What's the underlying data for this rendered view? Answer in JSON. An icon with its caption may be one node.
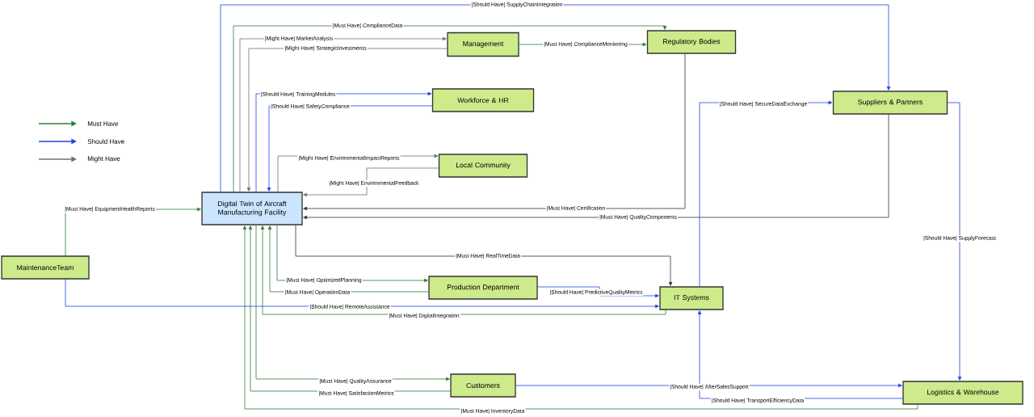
{
  "diagram": {
    "nodes": [
      {
        "text": [
          "Management"
        ]
      },
      {
        "text": [
          "Regulatory Bodies"
        ]
      },
      {
        "text": [
          "Workforce & HR"
        ]
      },
      {
        "text": [
          "Suppliers & Partners"
        ]
      },
      {
        "text": [
          "Local Community"
        ]
      },
      {
        "text": [
          "Digital Twin of Aircraft Manufacturing Facility"
        ]
      },
      {
        "text": [
          "MaintenanceTeam"
        ]
      },
      {
        "text": [
          "Production Department"
        ]
      },
      {
        "text": [
          "IT Systems"
        ]
      },
      {
        "text": [
          "Customers"
        ]
      },
      {
        "text": [
          "Logistics & Warehouse"
        ]
      }
    ],
    "edges": [
      {
        "from": 5,
        "to": 3,
        "arrow": "to",
        "label": "|Should Have| SupplyChainIntegration",
        "color": "#2244dd"
      },
      {
        "from": 5,
        "to": 1,
        "arrow": "to",
        "label": "|Must Have| ComplianceData",
        "color": "#2e7d32"
      },
      {
        "from": 5,
        "to": 0,
        "arrow": "to",
        "label": "|Might Have| MarketAnalysis",
        "color": "#707070"
      },
      {
        "from": 0,
        "to": 5,
        "arrow": "to",
        "label": "|Might Have| StrategicInvestments",
        "color": "#707070"
      },
      {
        "from": 5,
        "to": 2,
        "arrow": "to",
        "label": "|Should Have| TrainingModules",
        "color": "#2244dd"
      },
      {
        "from": 2,
        "to": 5,
        "arrow": "to",
        "label": "|Should Have| SafetyCompliance",
        "color": "#2244dd"
      },
      {
        "from": 5,
        "to": 4,
        "arrow": "to",
        "label": "|Might Have| EnvironmentalImpactReports",
        "color": "#707070"
      },
      {
        "from": 4,
        "to": 5,
        "arrow": "to",
        "label": "|Might Have| EnvironmentalFeedback",
        "color": "#707070"
      },
      {
        "from": 0,
        "to": 1,
        "arrow": "to",
        "label": "|Must Have| ComplianceMonitoring",
        "color": "#2e7d32"
      },
      {
        "from": 6,
        "to": 5,
        "arrow": "to",
        "label": "|Must Have| EquipmentHealthReports",
        "color": "#2e7d32"
      },
      {
        "from": 1,
        "to": 5,
        "arrow": "to",
        "label": "|Must Have| Certification",
        "color": "#333333"
      },
      {
        "from": 3,
        "to": 5,
        "arrow": "to",
        "label": "|Must Have| QualityComponents",
        "color": "#333333"
      },
      {
        "from": 8,
        "to": 3,
        "arrow": "to",
        "label": "|Should Have| SecureDataExchange",
        "color": "#2244dd"
      },
      {
        "from": 3,
        "to": 10,
        "arrow": "to",
        "label": "|Should Have| SupplyForecast",
        "color": "#2244dd"
      },
      {
        "from": 5,
        "to": 8,
        "arrow": "to",
        "label": "|Must Have| RealTimeData",
        "color": "#333333"
      },
      {
        "from": 5,
        "to": 7,
        "arrow": "to",
        "label": "|Must Have| OptimizedPlanning",
        "color": "#2e7d32"
      },
      {
        "from": 7,
        "to": 5,
        "arrow": "to",
        "label": "|Must Have| OperationData",
        "color": "#2e7d32"
      },
      {
        "from": 7,
        "to": 8,
        "arrow": "to",
        "label": "|Should Have| PredictiveQualityMetrics",
        "color": "#2244dd"
      },
      {
        "from": 6,
        "to": 8,
        "arrow": "to",
        "label": "|Should Have| RemoteAssistance",
        "color": "#2244dd"
      },
      {
        "from": 8,
        "to": 5,
        "arrow": "to",
        "label": "|Must Have| DigitalIntegration",
        "color": "#2e7d32"
      },
      {
        "from": 5,
        "to": 9,
        "arrow": "to",
        "label": "|Must Have| QualityAssurance",
        "color": "#2e7d32"
      },
      {
        "from": 9,
        "to": 5,
        "arrow": "to",
        "label": "|Must Have| SatisfactionMetrics",
        "color": "#2e7d32"
      },
      {
        "from": 9,
        "to": 10,
        "arrow": "to",
        "label": "|Should Have| AfterSalesSupport",
        "color": "#2244dd"
      },
      {
        "from": 10,
        "to": 8,
        "arrow": "to",
        "label": "|Should Have| TransportEfficiencyData",
        "color": "#2244dd"
      },
      {
        "from": 10,
        "to": 5,
        "arrow": "to",
        "label": "|Must Have| InventoryData",
        "color": "#2e7d32"
      }
    ],
    "legend": [
      {
        "text": "Must Have"
      },
      {
        "text": "Should Have"
      },
      {
        "text": "Might Have"
      }
    ]
  }
}
